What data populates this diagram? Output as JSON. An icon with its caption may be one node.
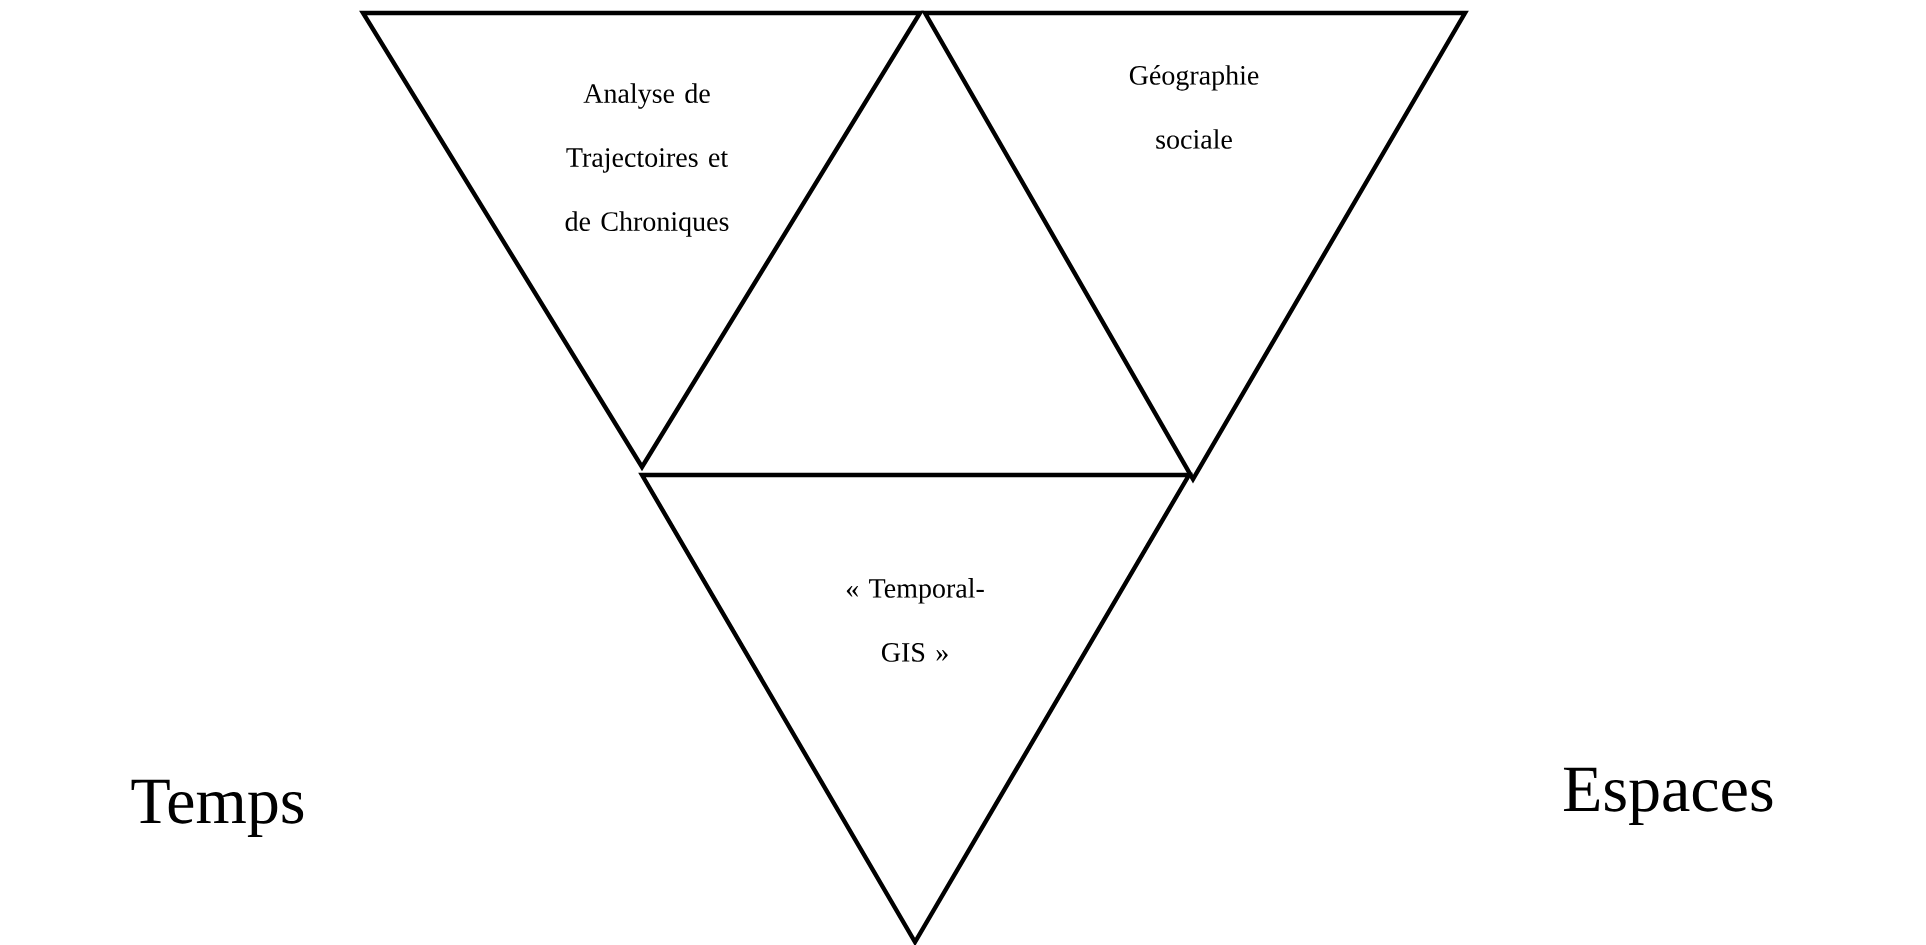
{
  "diagram": {
    "nodes": [
      {
        "text": [
          "Analyse de Trajectoires et de Chroniques"
        ]
      },
      {
        "text": [
          "Géographie sociale"
        ]
      },
      {
        "text": [
          "« Temporal-GIS »"
        ]
      }
    ],
    "labels": [
      "Temps",
      "Espaces"
    ]
  }
}
